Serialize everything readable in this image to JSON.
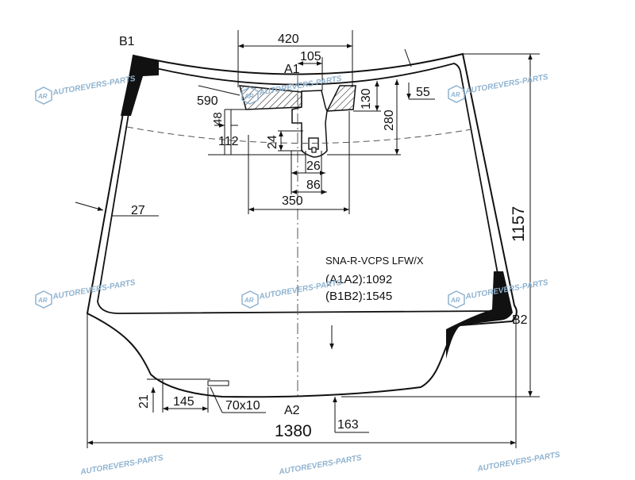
{
  "drawing": {
    "point_labels": {
      "b1": "B1",
      "a1": "A1",
      "b2": "B2",
      "a2": "A2"
    },
    "dimensions": {
      "top_width": "420",
      "a1_offset": "105",
      "d590": "590",
      "d130": "130",
      "d55": "55",
      "d280": "280",
      "d48": "48",
      "d112": "112",
      "d24": "24",
      "d26": "26",
      "d86": "86",
      "d350": "350",
      "d27": "27",
      "height": "1157",
      "d21": "21",
      "d145": "145",
      "bracket": "70x10",
      "total_width": "1380",
      "d163": "163"
    },
    "info": {
      "code": "SNA-R-VCPS LFW/X",
      "a1a2": "(A1A2):1092",
      "b1b2": "(B1B2):1545"
    }
  },
  "watermark": {
    "brand": "AUTOREVERS-PARTS",
    "logo_letters": "AR",
    "accent_color": "#8fb3d0"
  },
  "colors": {
    "line": "#111111",
    "frit": "#111111"
  }
}
